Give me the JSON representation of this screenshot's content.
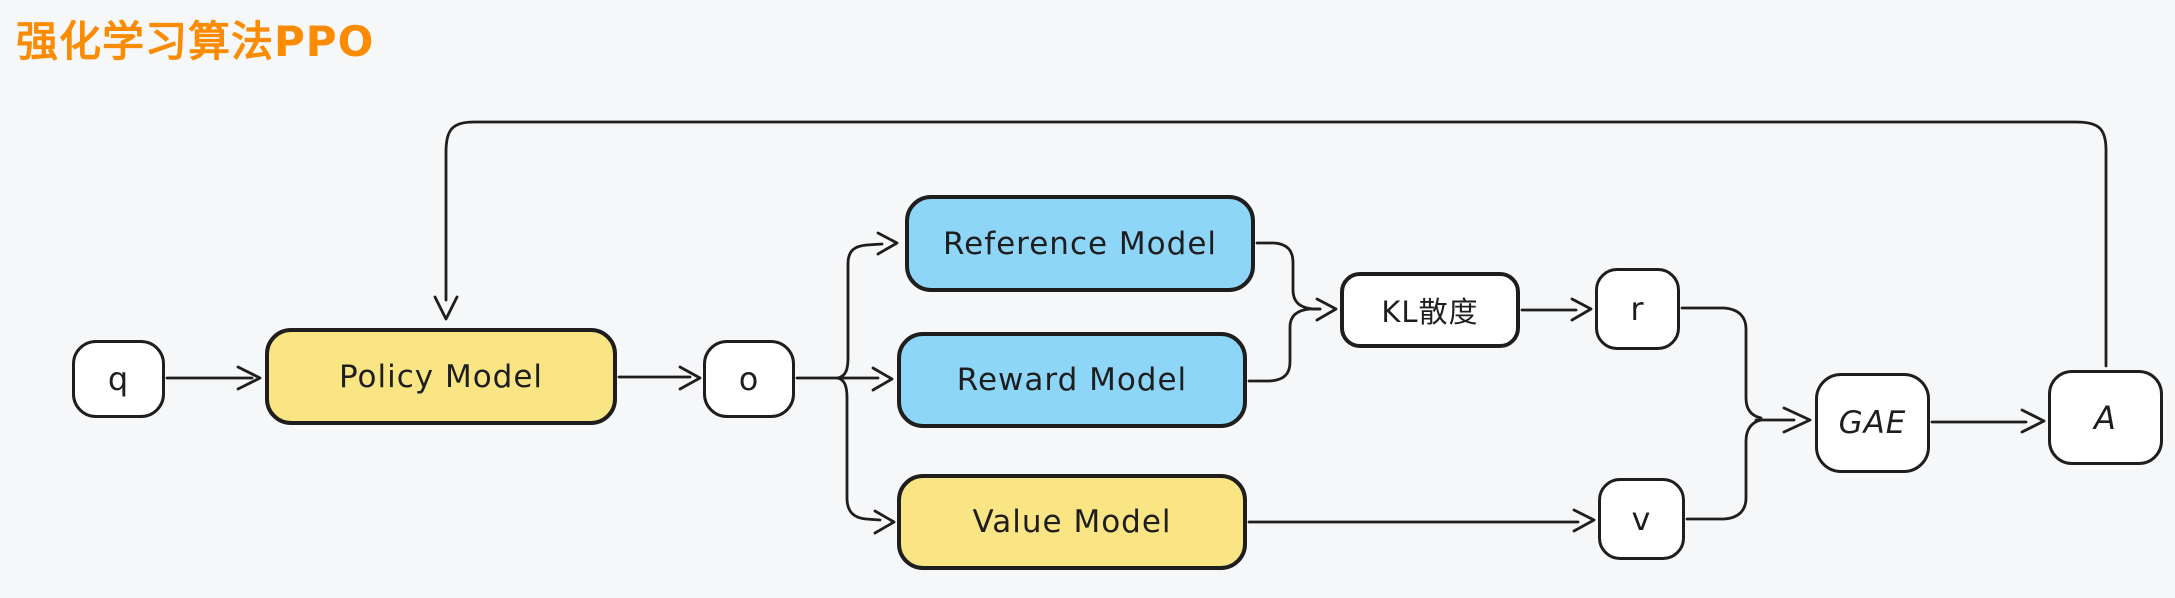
{
  "title": "强化学习算法PPO",
  "colors": {
    "accent_orange": "#FB8B00",
    "node_yellow": "#FAE584",
    "node_blue": "#8ED6F7",
    "node_white": "#FFFFFF",
    "stroke": "#1E1E1E",
    "background": "#F6F7F9"
  },
  "nodes": {
    "q": {
      "label": "q"
    },
    "policy": {
      "label": "Policy Model"
    },
    "o": {
      "label": "o"
    },
    "reference": {
      "label": "Reference Model"
    },
    "reward": {
      "label": "Reward Model"
    },
    "value": {
      "label": "Value Model"
    },
    "kl": {
      "label": "KL散度"
    },
    "r": {
      "label": "r"
    },
    "v": {
      "label": "v"
    },
    "gae": {
      "label": "GAE"
    },
    "a": {
      "label": "A"
    }
  },
  "edges": [
    {
      "from": "q",
      "to": "policy"
    },
    {
      "from": "policy",
      "to": "o"
    },
    {
      "from": "o",
      "to": "reference"
    },
    {
      "from": "o",
      "to": "reward"
    },
    {
      "from": "o",
      "to": "value"
    },
    {
      "from": "reference",
      "to": "kl"
    },
    {
      "from": "reward",
      "to": "kl"
    },
    {
      "from": "kl",
      "to": "r"
    },
    {
      "from": "value",
      "to": "v"
    },
    {
      "from": "r",
      "to": "gae"
    },
    {
      "from": "v",
      "to": "gae"
    },
    {
      "from": "gae",
      "to": "a"
    },
    {
      "from": "a",
      "to": "policy",
      "note": "feedback loop"
    }
  ]
}
